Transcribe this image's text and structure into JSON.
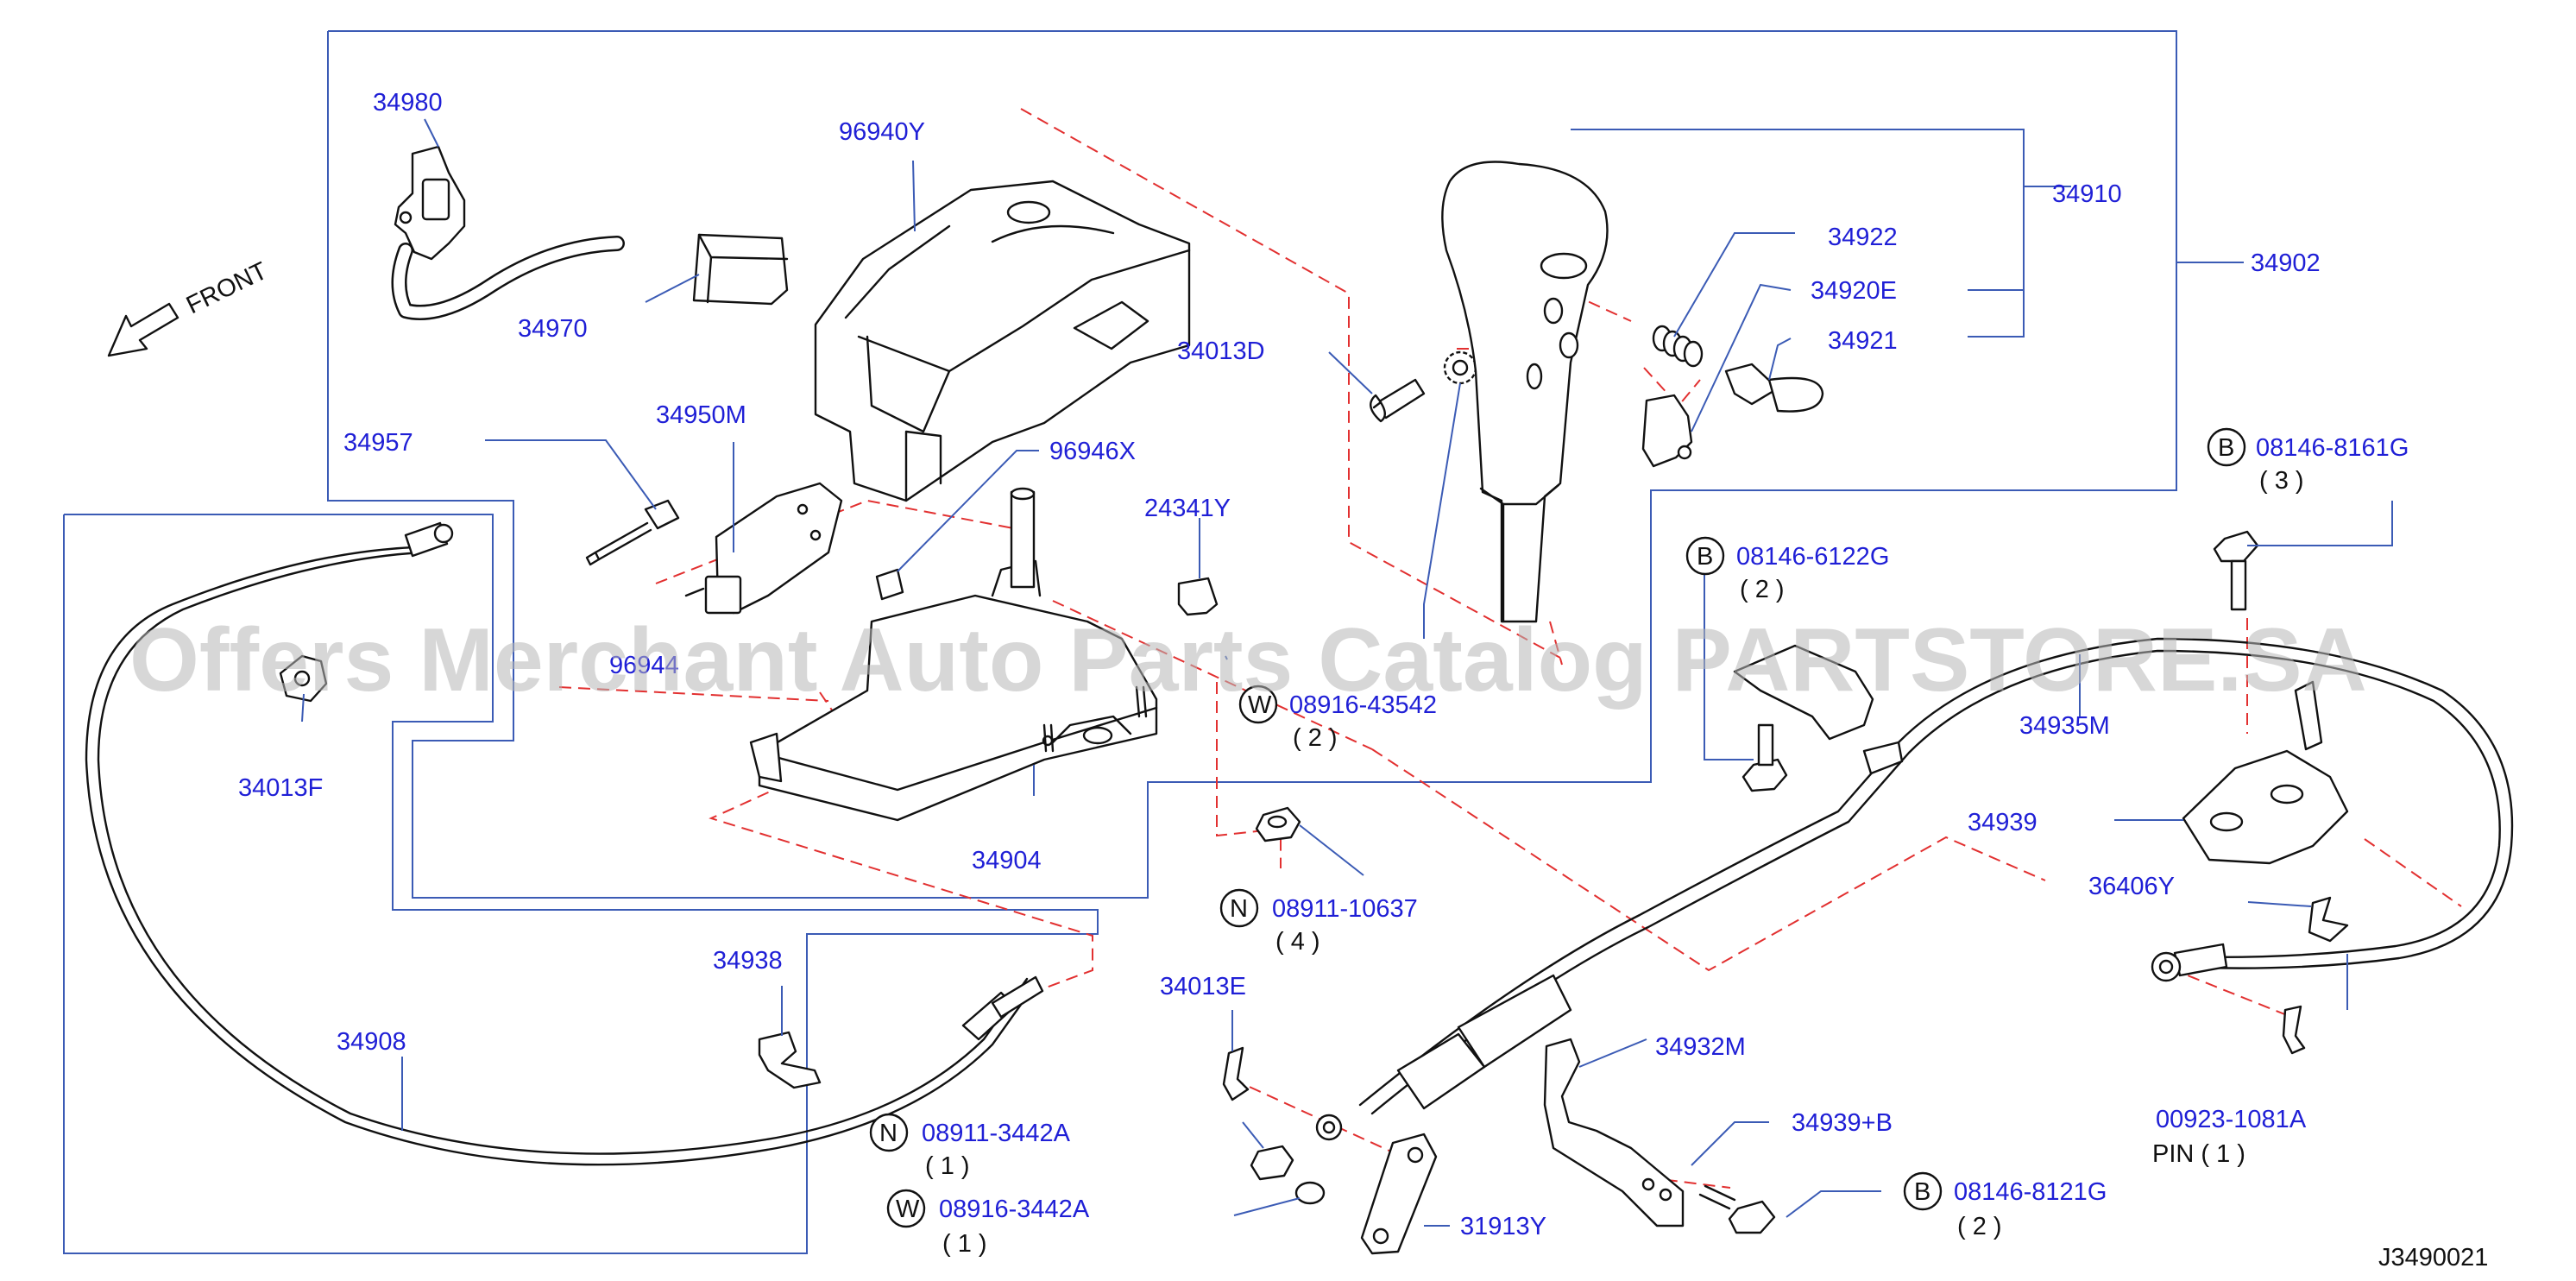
{
  "parts": {
    "p34980": "34980",
    "p96940Y": "96940Y",
    "p34970": "34970",
    "p34957": "34957",
    "p34950M": "34950M",
    "p96946X": "96946X",
    "p24341Y": "24341Y",
    "p34013D": "34013D",
    "p34922": "34922",
    "p34910": "34910",
    "p34920E": "34920E",
    "p34921": "34921",
    "p34902": "34902",
    "p34013F": "34013F",
    "p96944": "96944",
    "p34904": "34904",
    "p34935M": "34935M",
    "p34939": "34939",
    "p36406Y": "36406Y",
    "p34938": "34938",
    "p34908": "34908",
    "p34013E": "34013E",
    "p34932M": "34932M",
    "p34939B": "34939+B",
    "p31913Y": "31913Y",
    "p00923": "00923-1081A"
  },
  "fasteners": {
    "b1": {
      "badge": "B",
      "number": "08146-8161G",
      "qty": "( 3 )"
    },
    "b2": {
      "badge": "B",
      "number": "08146-6122G",
      "qty": "( 2 )"
    },
    "b3": {
      "badge": "B",
      "number": "08146-8121G",
      "qty": "( 2 )"
    },
    "w1": {
      "badge": "W",
      "number": "08916-43542",
      "qty": "( 2 )"
    },
    "w2": {
      "badge": "W",
      "number": "08916-3442A",
      "qty": "( 1 )"
    },
    "n1": {
      "badge": "N",
      "number": "08911-10637",
      "qty": "( 4 )"
    },
    "n2": {
      "badge": "N",
      "number": "08911-3442A",
      "qty": "( 1 )"
    }
  },
  "pin_qty": "PIN ( 1 )",
  "front_label": "FRONT",
  "diagram_code": "J3490021",
  "watermark": "Offers Merchant Auto Parts Catalog PARTSTORE.SA"
}
